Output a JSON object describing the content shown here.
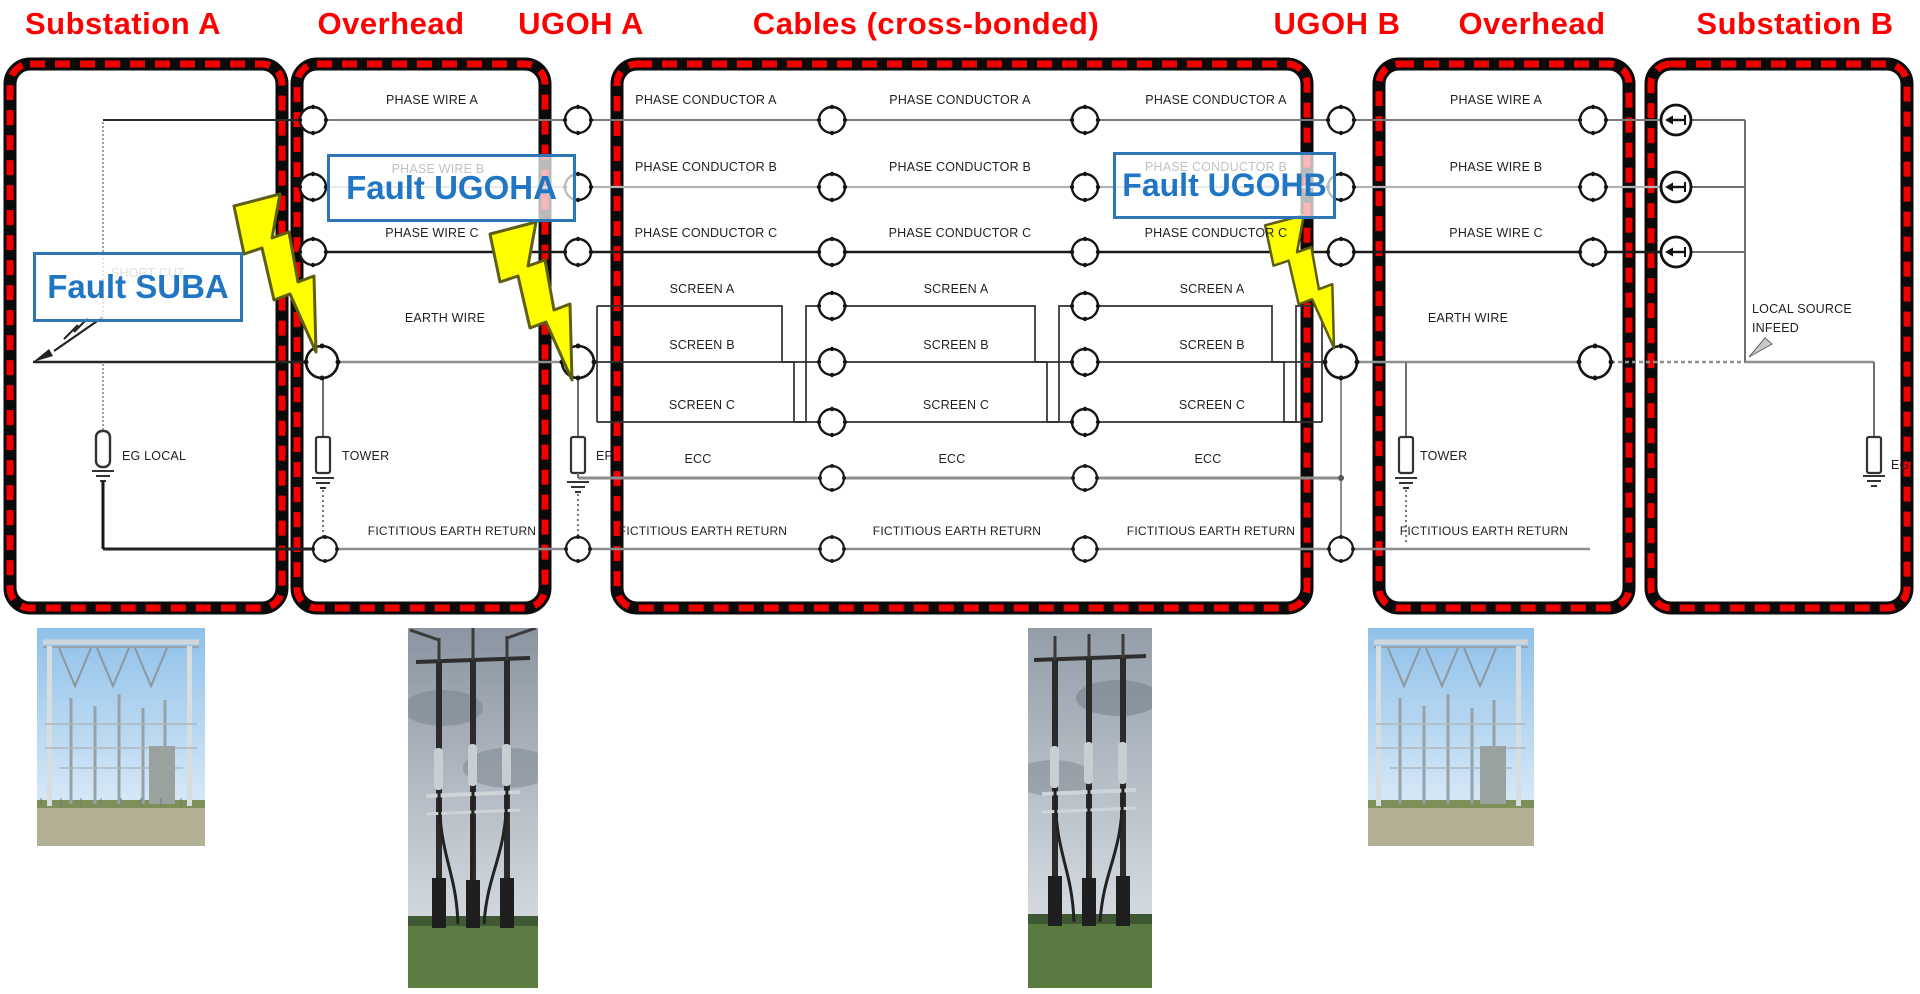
{
  "sections": {
    "substation_a": "Substation A",
    "overhead_left": "Overhead",
    "ugoh_a": "UGOH A",
    "cables": "Cables (cross-bonded)",
    "ugoh_b": "UGOH B",
    "overhead_right": "Overhead",
    "substation_b": "Substation B"
  },
  "faults": {
    "suba": "Fault SUBA",
    "ugoha": "Fault UGOHA",
    "ugohb": "Fault UGOHB"
  },
  "rows": {
    "phase_wire_a": "PHASE WIRE A",
    "phase_wire_b": "PHASE WIRE B",
    "phase_wire_c": "PHASE WIRE C",
    "earth_wire": "EARTH WIRE",
    "phase_conductor_a": "PHASE CONDUCTOR A",
    "phase_conductor_b": "PHASE CONDUCTOR B",
    "phase_conductor_c": "PHASE CONDUCTOR C",
    "screen_a": "SCREEN A",
    "screen_b": "SCREEN B",
    "screen_c": "SCREEN C",
    "ecc": "ECC",
    "fictitious_earth_return": "FICTITIOUS EARTH RETURN"
  },
  "components": {
    "tower": "TOWER",
    "ep": "EP",
    "eg_local": "EG LOCAL",
    "eg": "EG",
    "short_cut": "SHORT CUT",
    "local_source_line1": "LOCAL SOURCE",
    "local_source_line2": "INFEED"
  },
  "colors": {
    "section_red": "#FF0000",
    "fault_text_blue": "#2176C4",
    "fault_border_blue": "#2E75B6",
    "bolt_yellow": "#FFFF00",
    "dash_red": "#F20000",
    "outline_black": "#0A0A0A"
  }
}
